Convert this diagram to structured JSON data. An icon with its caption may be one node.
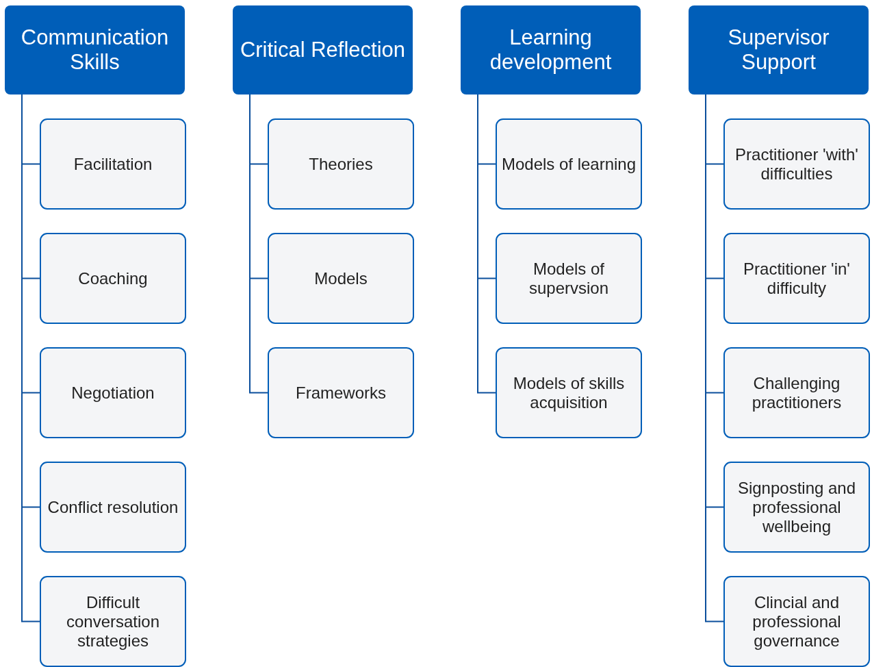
{
  "diagram": {
    "nodes": [
      {
        "text": [
          "Communication Skills"
        ]
      },
      {
        "text": [
          "Facilitation"
        ]
      },
      {
        "text": [
          "Coaching"
        ]
      },
      {
        "text": [
          "Negotiation"
        ]
      },
      {
        "text": [
          "Conflict resolution"
        ]
      },
      {
        "text": [
          "Difficult conversation strategies"
        ]
      },
      {
        "text": [
          "Critical Reflection"
        ]
      },
      {
        "text": [
          "Theories"
        ]
      },
      {
        "text": [
          "Models"
        ]
      },
      {
        "text": [
          "Frameworks"
        ]
      },
      {
        "text": [
          "Learning development"
        ]
      },
      {
        "text": [
          "Models of learning"
        ]
      },
      {
        "text": [
          "Models of supervsion"
        ]
      },
      {
        "text": [
          "Models of skills acquisition"
        ]
      },
      {
        "text": [
          "Supervisor Support"
        ]
      },
      {
        "text": [
          "Practitioner 'with' difficulties"
        ]
      },
      {
        "text": [
          "Practitioner 'in' difficulty"
        ]
      },
      {
        "text": [
          "Challenging practitioners"
        ]
      },
      {
        "text": [
          "Signposting and professional wellbeing"
        ]
      },
      {
        "text": [
          "Clincial and professional governance"
        ]
      }
    ],
    "edges": [
      {
        "from": 0,
        "to": 1,
        "arrow": "none"
      },
      {
        "from": 0,
        "to": 2,
        "arrow": "none"
      },
      {
        "from": 0,
        "to": 3,
        "arrow": "none"
      },
      {
        "from": 0,
        "to": 4,
        "arrow": "none"
      },
      {
        "from": 0,
        "to": 5,
        "arrow": "none"
      },
      {
        "from": 6,
        "to": 7,
        "arrow": "none"
      },
      {
        "from": 6,
        "to": 8,
        "arrow": "none"
      },
      {
        "from": 6,
        "to": 9,
        "arrow": "none"
      },
      {
        "from": 10,
        "to": 11,
        "arrow": "none"
      },
      {
        "from": 10,
        "to": 12,
        "arrow": "none"
      },
      {
        "from": 10,
        "to": 13,
        "arrow": "none"
      },
      {
        "from": 14,
        "to": 15,
        "arrow": "none"
      },
      {
        "from": 14,
        "to": 16,
        "arrow": "none"
      },
      {
        "from": 14,
        "to": 17,
        "arrow": "none"
      },
      {
        "from": 14,
        "to": 18,
        "arrow": "none"
      },
      {
        "from": 14,
        "to": 19,
        "arrow": "none"
      }
    ]
  }
}
